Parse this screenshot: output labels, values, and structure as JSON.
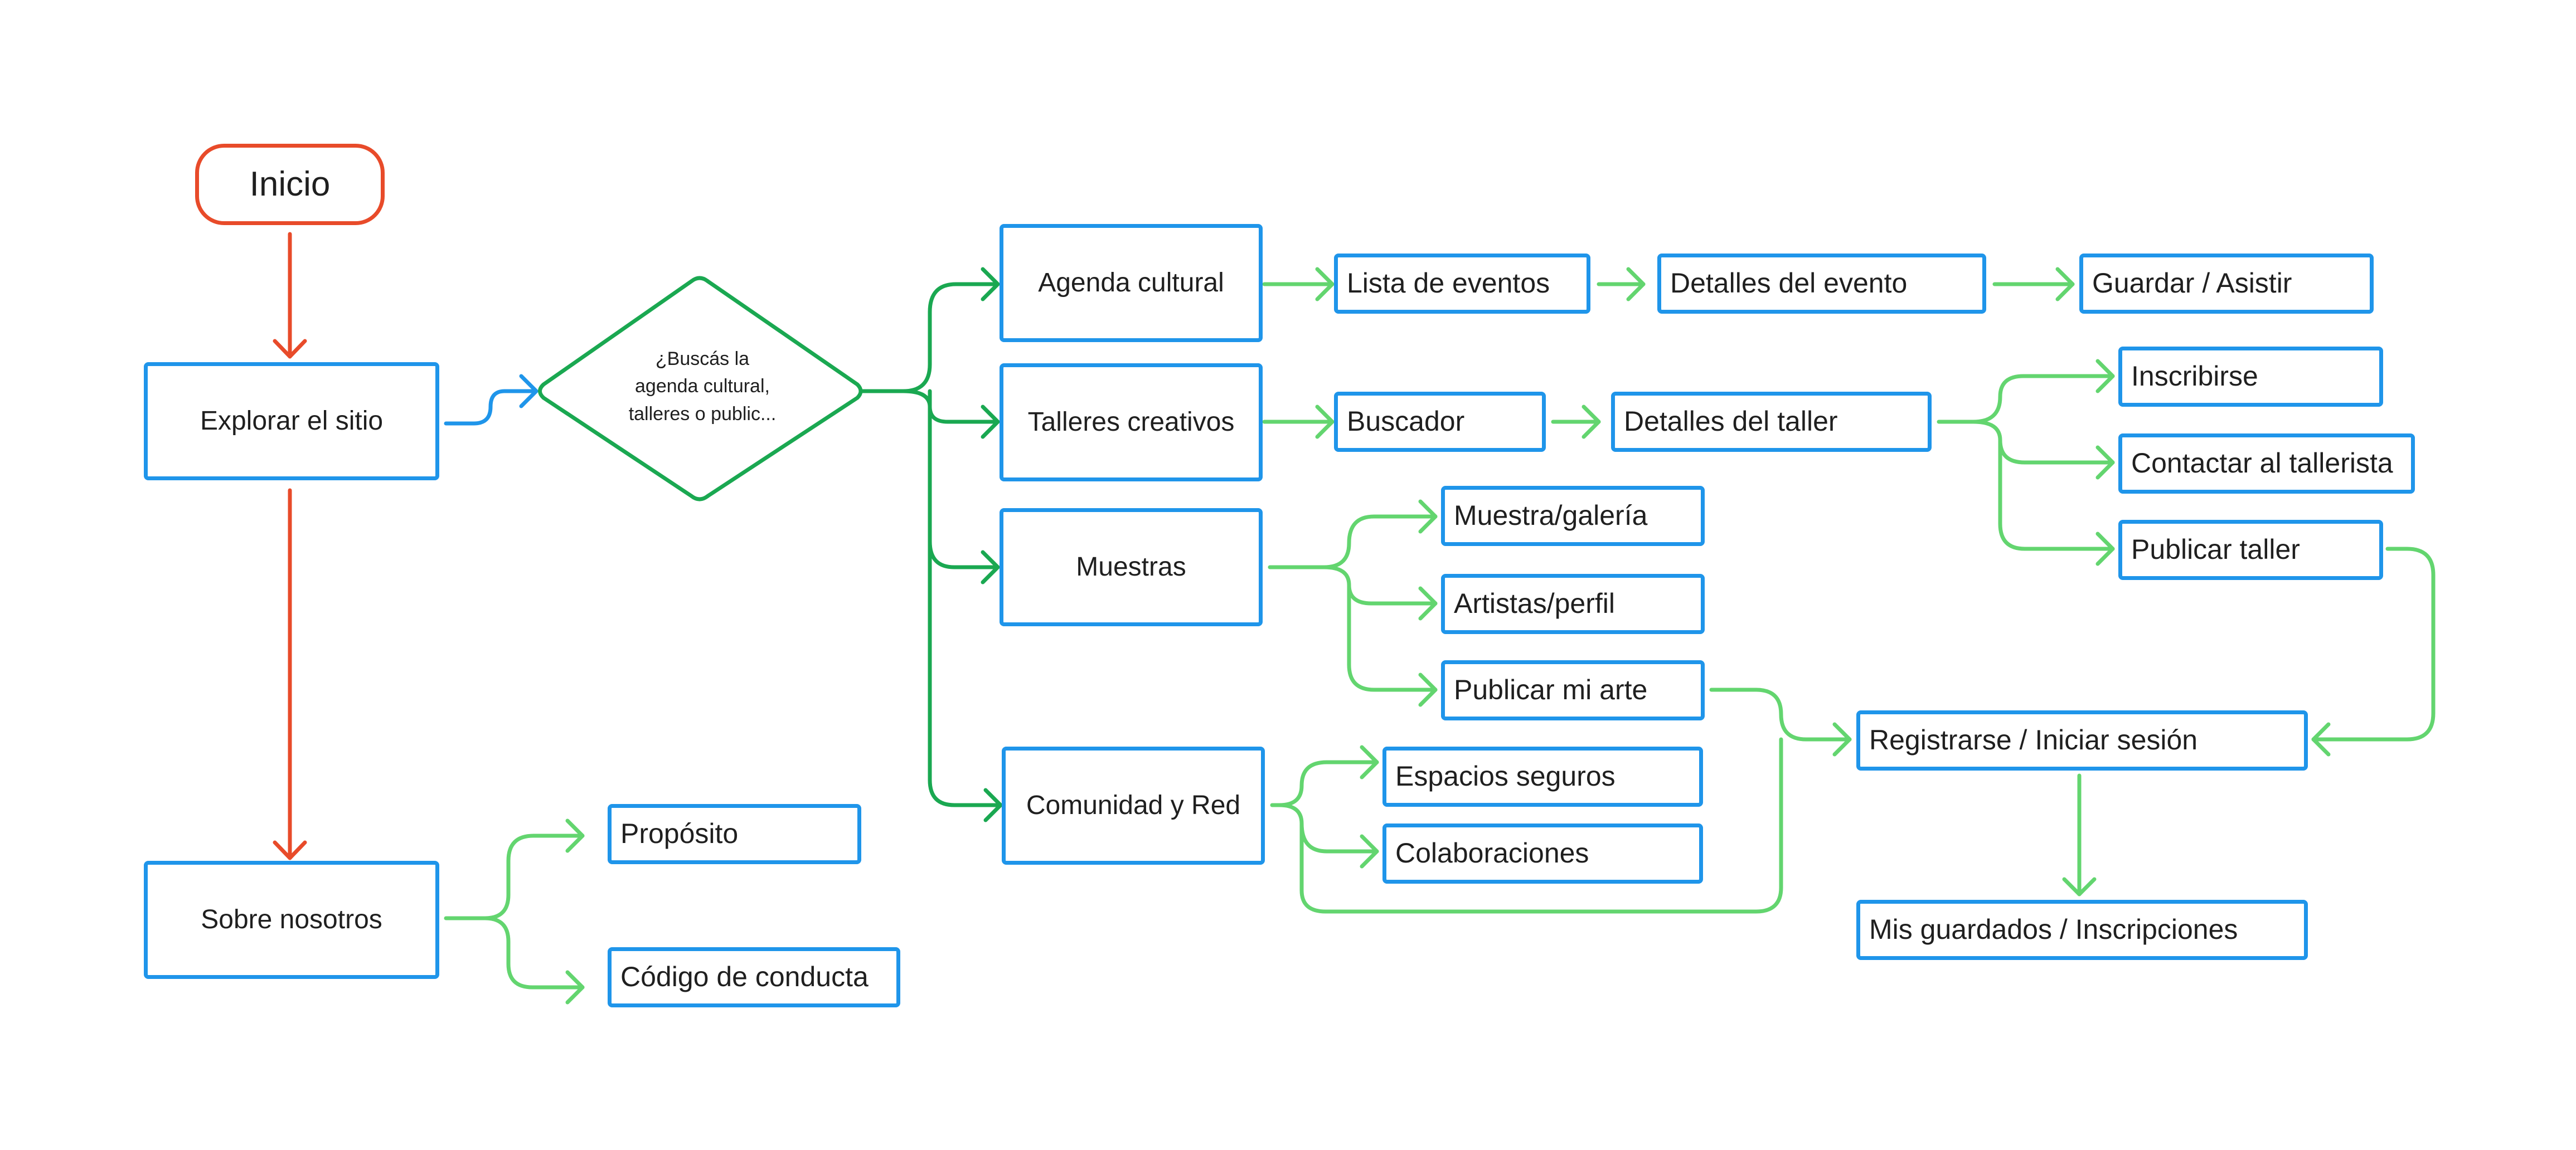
{
  "colors": {
    "start": "#e84b2a",
    "node_border": "#1f95ea",
    "decision": "#1aa851",
    "branch": "#63d56f",
    "main_flow": "#e84b2a",
    "link": "#1f95ea"
  },
  "nodes": {
    "inicio": "Inicio",
    "explorar": "Explorar el sitio",
    "sobre": "Sobre nosotros",
    "decision_line1": "¿Buscás la",
    "decision_line2": "agenda cultural,",
    "decision_line3": "talleres o public...",
    "agenda": "Agenda cultural",
    "talleres": "Talleres creativos",
    "muestras": "Muestras",
    "comunidad": "Comunidad y Red",
    "lista_eventos": "Lista de eventos",
    "detalles_evento": "Detalles del evento",
    "guardar": "Guardar / Asistir",
    "buscador": "Buscador",
    "detalles_taller": "Detalles del taller",
    "inscribirse": "Inscribirse",
    "contactar": "Contactar al tallerista",
    "publicar_taller": "Publicar taller",
    "muestra_galeria": "Muestra/galería",
    "artistas": "Artistas/perfil",
    "publicar_arte": "Publicar mi arte",
    "espacios": "Espacios seguros",
    "colaboraciones": "Colaboraciones",
    "registrarse": "Registrarse / Iniciar sesión",
    "mis_guardados": "Mis guardados / Inscripciones",
    "proposito": "Propósito",
    "codigo": "Código de conducta"
  }
}
